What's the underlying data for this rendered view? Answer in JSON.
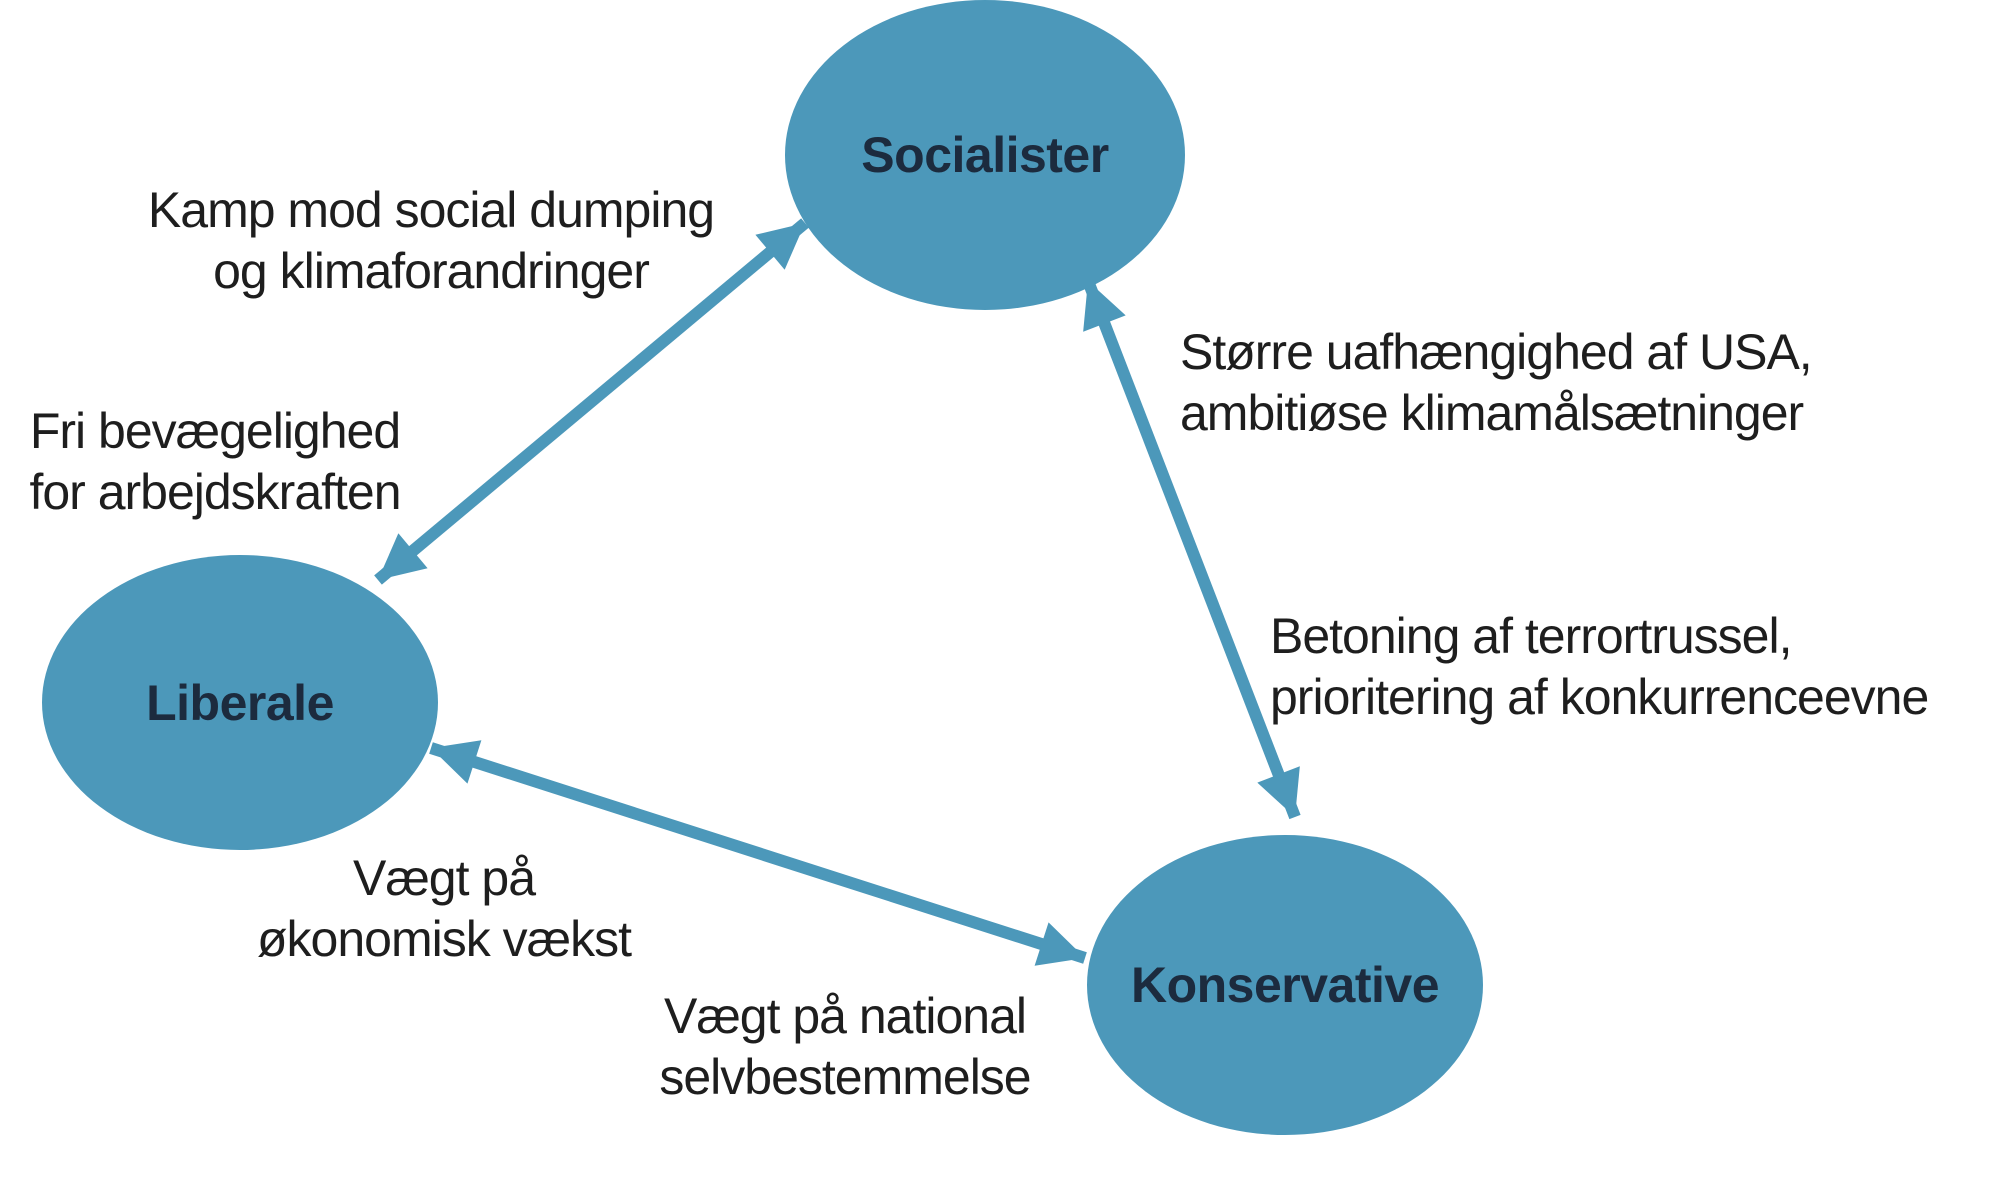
{
  "colors": {
    "background": "#FFFFFF",
    "node_fill": "#4C98BA",
    "node_text": "#1C2B3E",
    "label_text": "#1E1E1E",
    "arrow": "#4C98BA"
  },
  "diagram": {
    "nodes": [
      {
        "id": "socialister",
        "label": "Socialister"
      },
      {
        "id": "liberale",
        "label": "Liberale"
      },
      {
        "id": "konservative",
        "label": "Konservative"
      }
    ],
    "edges": [
      {
        "from": "Liberale",
        "to": "Socialister",
        "arrow": "double",
        "labels": [
          {
            "lines": [
              "Kamp mod social dumping",
              "og klimaforandringer"
            ]
          },
          {
            "lines": [
              "Fri bevægelighed",
              "for arbejdskraften"
            ]
          }
        ]
      },
      {
        "from": "Socialister",
        "to": "Konservative",
        "arrow": "double",
        "labels": [
          {
            "lines": [
              "Større uafhængighed af USA,",
              "ambitiøse klimamålsætninger"
            ]
          },
          {
            "lines": [
              "Betoning af terrortrussel,",
              "prioritering af konkurrenceevne"
            ]
          }
        ]
      },
      {
        "from": "Liberale",
        "to": "Konservative",
        "arrow": "double",
        "labels": [
          {
            "lines": [
              "Vægt på",
              "økonomisk vækst"
            ]
          },
          {
            "lines": [
              "Vægt på national",
              "selvbestemmelse"
            ]
          }
        ]
      }
    ]
  }
}
